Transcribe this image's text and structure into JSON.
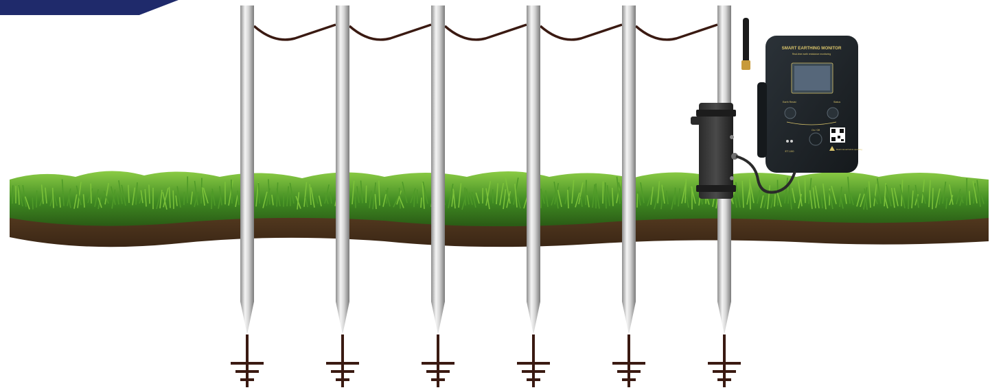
{
  "scene": {
    "rod_count": 6,
    "colors": {
      "corner_band": "#1f2a6b",
      "rod_light": "#f2f2f2",
      "rod_dark": "#9a9a9a",
      "cable": "#3a1a12",
      "grass_dark": "#2f6b1a",
      "grass_light": "#7cc23a",
      "soil": "#4a3220",
      "earth_symbol": "#3a1a12",
      "monitor_body": "#1e2429",
      "monitor_accent": "#d9c46a"
    }
  },
  "monitor": {
    "title": "SMART EARTHING MONITOR",
    "subtitle": "Real-time earth resistance monitoring",
    "model": "ET-100",
    "left_label": "Earth Resist",
    "right_label": "Status",
    "power_label": "On / Off",
    "warning_label": "Read manual before operating",
    "icons": [
      "antenna-icon",
      "display-screen-icon",
      "dial-icon",
      "power-button-icon",
      "qr-code-icon",
      "warning-icon"
    ]
  }
}
